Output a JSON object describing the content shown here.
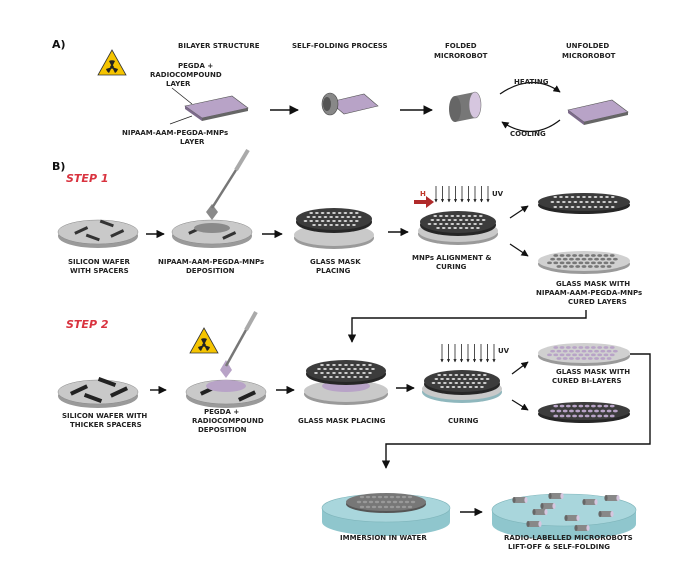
{
  "section_a": {
    "marker": "A)",
    "bilayer_title": "BILAYER STRUCTURE",
    "top_layer": [
      "PEGDA +",
      "RADIOCOMPOUND",
      "LAYER"
    ],
    "bottom_layer": [
      "NIPAAM-AAM-PEGDA-MNPs",
      "LAYER"
    ],
    "self_folding": "SELF-FOLDING PROCESS",
    "folded": [
      "FOLDED",
      "MICROROBOT"
    ],
    "unfolded": [
      "UNFOLDED",
      "MICROROBOT"
    ],
    "heating": "HEATING",
    "cooling": "COOLING"
  },
  "section_b": {
    "marker": "B)",
    "step1": "STEP 1",
    "step2": "STEP 2",
    "s1_wafer": [
      "SILICON WAFER",
      "WITH SPACERS"
    ],
    "s1_deposition": [
      "NIPAAM-AAM-PEGDA-MNPs",
      "DEPOSITION"
    ],
    "s1_mask": [
      "GLASS MASK",
      "PLACING"
    ],
    "s1_curing": [
      "MNPs ALIGNMENT &",
      "CURING"
    ],
    "s1_result": [
      "GLASS MASK WITH",
      "NIPAAM-AAM-PEGDA-MNPs",
      "CURED LAYERS"
    ],
    "field_h": "H",
    "uv": "UV",
    "s2_wafer": [
      "SILICON WAFER WITH",
      "THICKER SPACERS"
    ],
    "s2_deposition": [
      "PEGDA +",
      "RADIOCOMPOUND",
      "DEPOSITION"
    ],
    "s2_mask": "GLASS MASK PLACING",
    "s2_curing": "CURING",
    "s2_result": [
      "GLASS MASK WITH",
      "CURED BI-LAYERS"
    ],
    "immersion": "IMMERSION IN WATER",
    "final": [
      "RADIO-LABELLED MICROROBOTS",
      "LIFT-OFF & SELF-FOLDING"
    ]
  },
  "colors": {
    "step_red": "#d9333f",
    "purple": "#b8a3c7",
    "water": "#a9d6dc",
    "wafer": "#c9c9c9",
    "mask_dark": "#3c3c3c",
    "radiation_yellow": "#f5c400"
  }
}
